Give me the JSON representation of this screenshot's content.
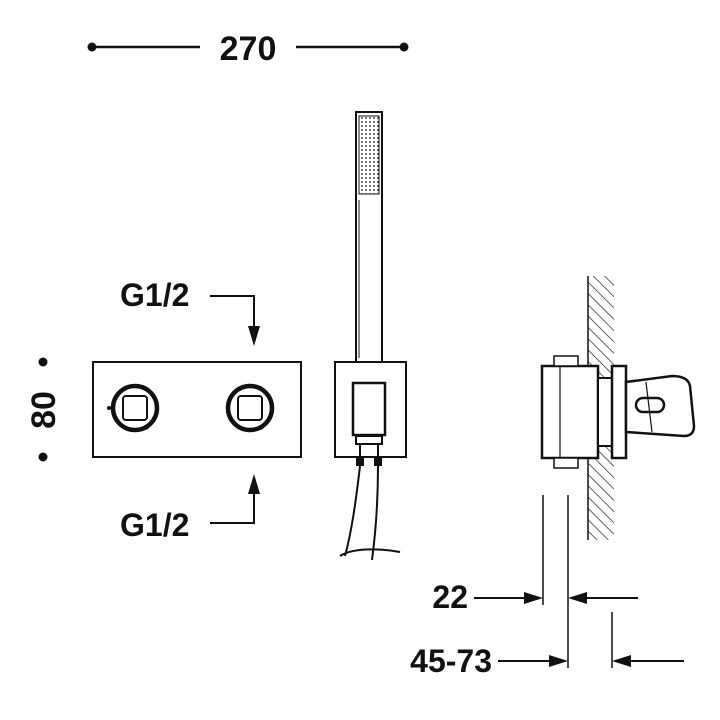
{
  "dimensions": {
    "width_total": "270",
    "height_plate": "80",
    "inlet_top": "G1/2",
    "inlet_bottom": "G1/2",
    "projection_min": "22",
    "projection_range": "45-73"
  },
  "colors": {
    "line": "#111111",
    "background": "#ffffff"
  }
}
